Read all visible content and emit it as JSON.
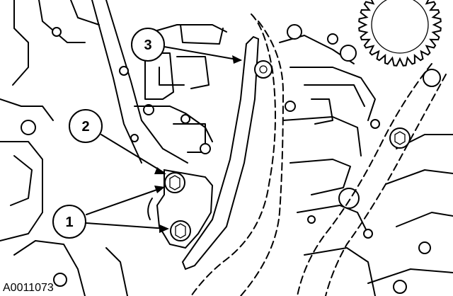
{
  "callouts": [
    {
      "id": "1",
      "label": "1"
    },
    {
      "id": "2",
      "label": "2"
    },
    {
      "id": "3",
      "label": "3"
    }
  ],
  "figure_code": "A0011073",
  "colors": {
    "ink": "#000000",
    "paper": "#ffffff"
  }
}
